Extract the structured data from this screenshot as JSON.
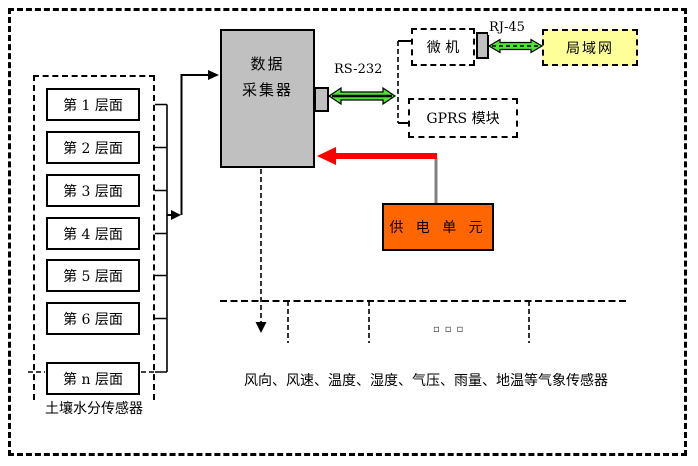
{
  "diagram_title": "soil-moisture-and-weather-data-acquisition-system",
  "collector": {
    "label_line1": "数据",
    "label_line2": "采集器"
  },
  "soil": {
    "layers": [
      "第 1 层面",
      "第 2 层面",
      "第 3 层面",
      "第 4 层面",
      "第 5 层面",
      "第 6 层面",
      "第 n 层面"
    ],
    "caption": "土壤水分传感器"
  },
  "links": {
    "rs232": "RS-232",
    "rj45": "RJ-45"
  },
  "pc": {
    "label": "微 机"
  },
  "lan": {
    "label": "局域网"
  },
  "gprs": {
    "label": "GPRS 模块"
  },
  "power": {
    "label": "供 电 单 元"
  },
  "weather": {
    "caption": "风向、风速、温度、湿度、气压、雨量、地温等气象传感器",
    "ellipsis": "▫▫▫"
  },
  "colors": {
    "gray": "#C0C0C0",
    "orange": "#FF6600",
    "yellow": "#FFFF99",
    "green": "#4CE331",
    "red": "#FF0000"
  }
}
